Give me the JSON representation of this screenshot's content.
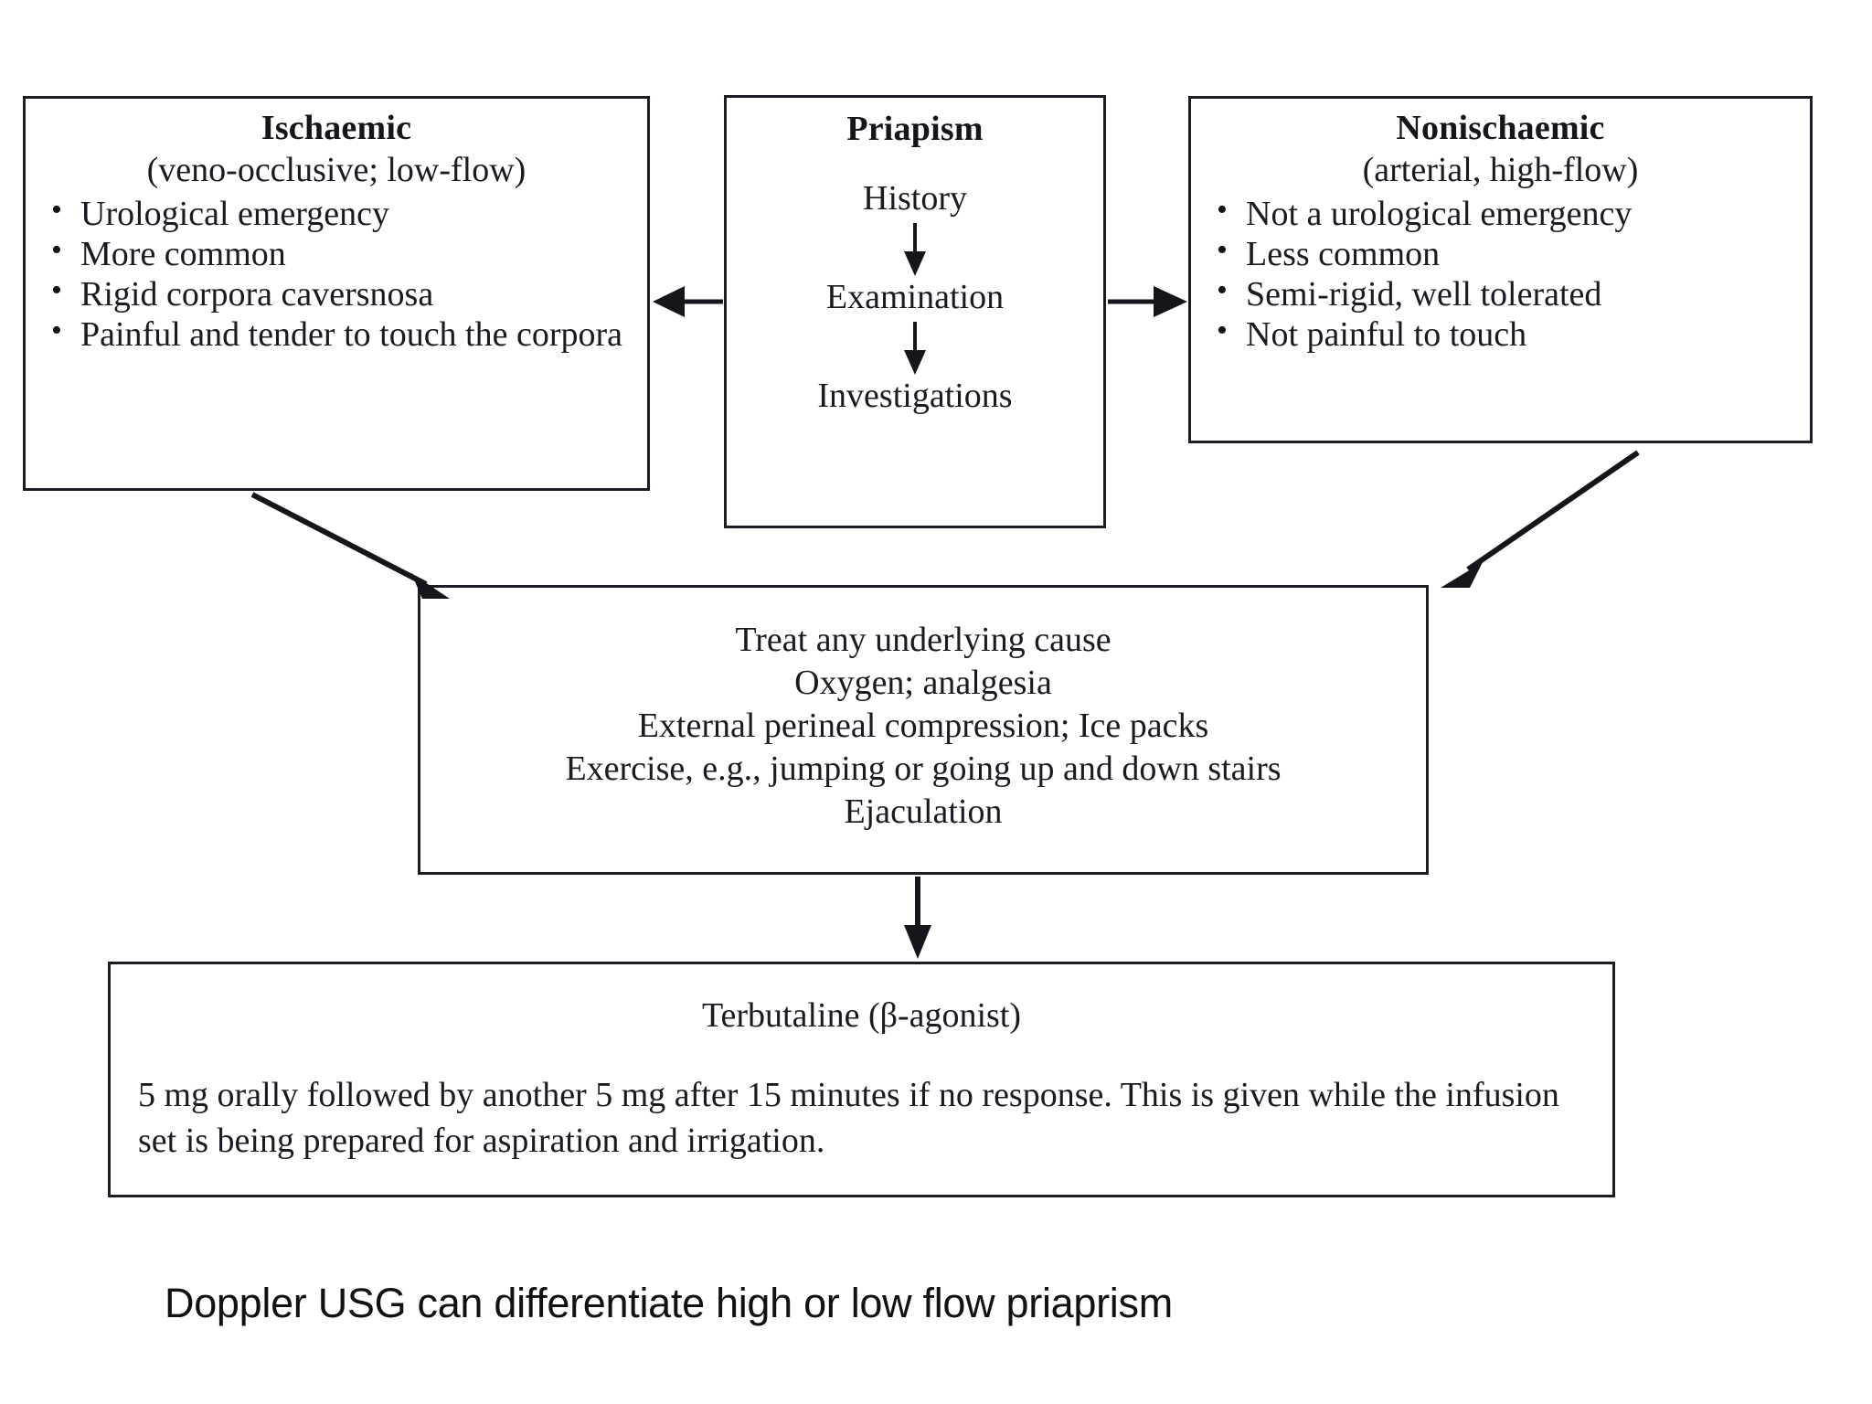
{
  "diagram": {
    "title_hidden": "Priapism management flowchart",
    "boxes": {
      "ischaemic": {
        "title": "Ischaemic",
        "subtitle": "(veno-occlusive; low-flow)",
        "bullets": [
          "Urological emergency",
          "More common",
          "Rigid corpora caversnosa",
          "Painful and tender to touch the corpora"
        ]
      },
      "priapism": {
        "title": "Priapism",
        "steps": [
          "History",
          "Examination",
          "Investigations"
        ]
      },
      "nonischaemic": {
        "title": "Nonischaemic",
        "subtitle": "(arterial, high-flow)",
        "bullets": [
          "Not a urological emergency",
          "Less common",
          "Semi-rigid, well tolerated",
          "Not painful to touch"
        ]
      },
      "treatment": {
        "lines": [
          "Treat any underlying cause",
          "Oxygen; analgesia",
          "External perineal compression; Ice packs",
          "Exercise, e.g., jumping or going up and down stairs",
          "Ejaculation"
        ]
      },
      "terbutaline": {
        "title": "Terbutaline (β-agonist)",
        "body": "5 mg orally followed by another 5 mg after 15 minutes if no response. This is given while the infusion set is being prepared for aspiration and irrigation."
      }
    },
    "caption": "Doppler USG can differentiate high or low flow priaprism",
    "colors": {
      "border": "#1c1c24",
      "text": "#1a1a22",
      "background": "#ffffff",
      "arrow": "#15151c"
    }
  }
}
